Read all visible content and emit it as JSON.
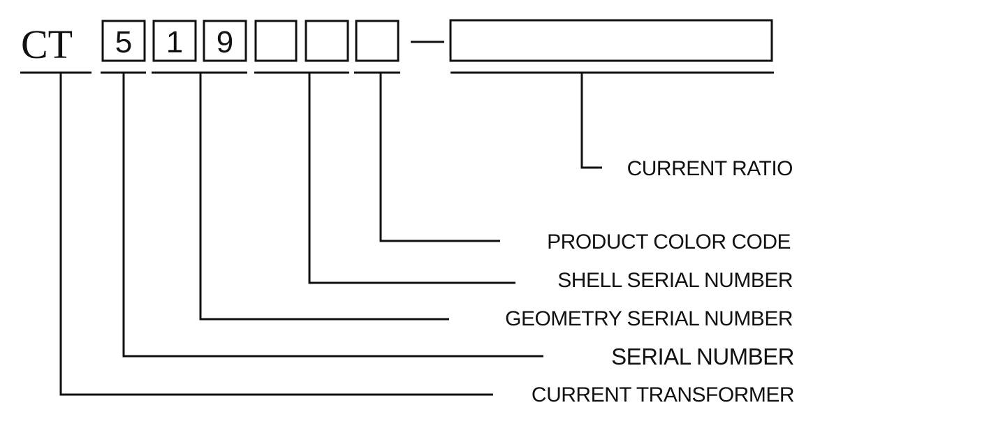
{
  "code": {
    "prefix": "CT",
    "digits": [
      "5",
      "1",
      "9",
      "",
      "",
      ""
    ]
  },
  "labels": {
    "current_ratio": "CURRENT RATIO",
    "product_color_code": "PRODUCT COLOR CODE",
    "shell_serial_number": "SHELL SERIAL NUMBER",
    "geometry_serial_number": "GEOMETRY SERIAL NUMBER",
    "serial_number": "SERIAL NUMBER",
    "current_transformer": "CURRENT TRANSFORMER"
  }
}
